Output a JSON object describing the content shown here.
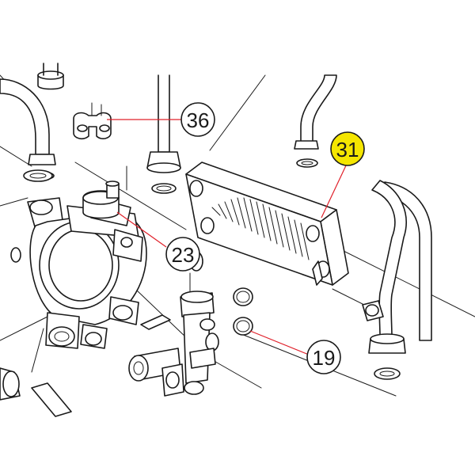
{
  "callouts": [
    {
      "id": "36",
      "label": "36",
      "highlighted": false
    },
    {
      "id": "31",
      "label": "31",
      "highlighted": true
    },
    {
      "id": "23",
      "label": "23",
      "highlighted": false
    },
    {
      "id": "19",
      "label": "19",
      "highlighted": false
    }
  ],
  "colors": {
    "leader_line": "#e0202a",
    "highlight_fill": "#f5e600",
    "callout_fill": "#ffffff",
    "outline": "#1a1a1a"
  }
}
